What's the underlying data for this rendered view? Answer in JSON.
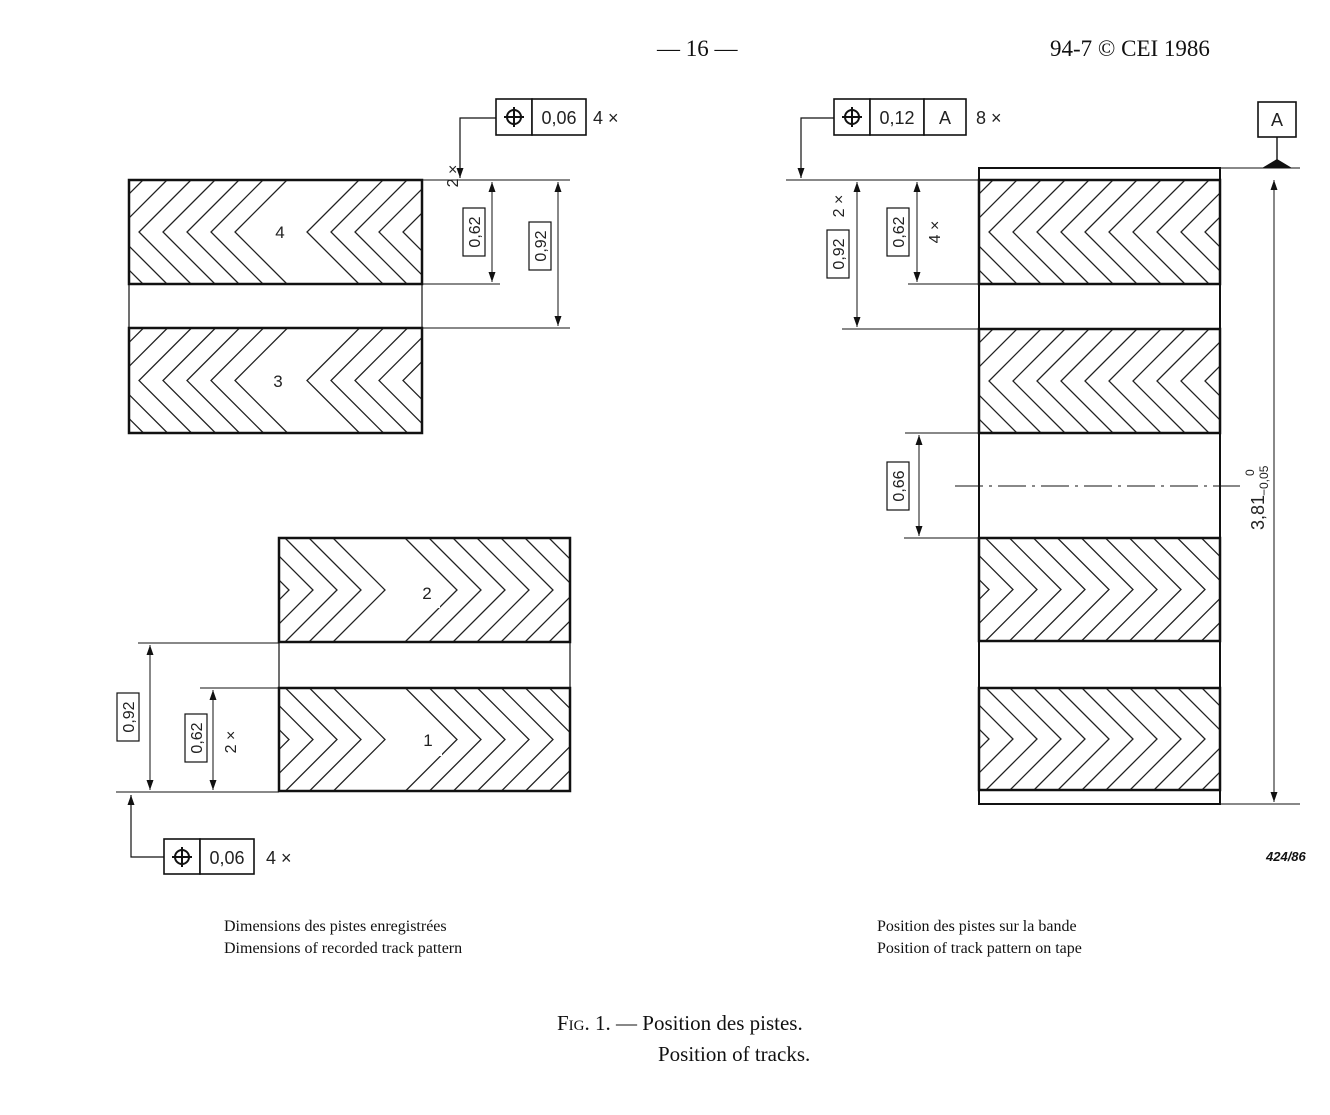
{
  "header": {
    "page_number": "— 16 —",
    "standard_ref": "94-7 © CEI 1986"
  },
  "left_figure": {
    "tracks": [
      {
        "label": "4",
        "hatch_direction": "left"
      },
      {
        "label": "3",
        "hatch_direction": "left"
      },
      {
        "label": "2",
        "hatch_direction": "right"
      },
      {
        "label": "1",
        "hatch_direction": "right"
      }
    ],
    "top_tolerance_frame": {
      "symbol": "position",
      "symbol_icon": "position-tolerance-icon",
      "value": "0,06",
      "multiplier": "4 ×"
    },
    "bottom_tolerance_frame": {
      "symbol": "position",
      "symbol_icon": "position-tolerance-icon",
      "value": "0,06",
      "multiplier": "4 ×"
    },
    "top_dims": {
      "track_width": "0,62",
      "track_width_mult": "2 ×",
      "pitch": "0,92"
    },
    "bottom_dims": {
      "track_width": "0,62",
      "track_width_mult": "2 ×",
      "pitch": "0,92"
    },
    "caption_fr": "Dimensions des pistes enregistrées",
    "caption_en": "Dimensions of recorded track pattern"
  },
  "right_figure": {
    "tolerance_frame": {
      "symbol": "position",
      "symbol_icon": "position-tolerance-icon",
      "value": "0,12",
      "datum": "A",
      "multiplier": "8 ×"
    },
    "datum_label": "A",
    "dims": {
      "pitch": "0,92",
      "pitch_mult": "2 ×",
      "track_width": "0,62",
      "track_width_mult": "4 ×",
      "guard_band": "0,66",
      "tape_width": "3,81",
      "tape_upper_tol": "0",
      "tape_lower_tol": "−0,05"
    },
    "tracks": [
      {
        "hatch_direction": "left"
      },
      {
        "hatch_direction": "left"
      },
      {
        "hatch_direction": "right"
      },
      {
        "hatch_direction": "right"
      }
    ],
    "drawing_ref": "424/86",
    "caption_fr": "Position des pistes sur la bande",
    "caption_en": "Position of track pattern on tape"
  },
  "figure_caption": {
    "prefix": "Fig. 1.",
    "dash": " — ",
    "title_fr": "Position des pistes.",
    "title_en": "Position of tracks."
  }
}
